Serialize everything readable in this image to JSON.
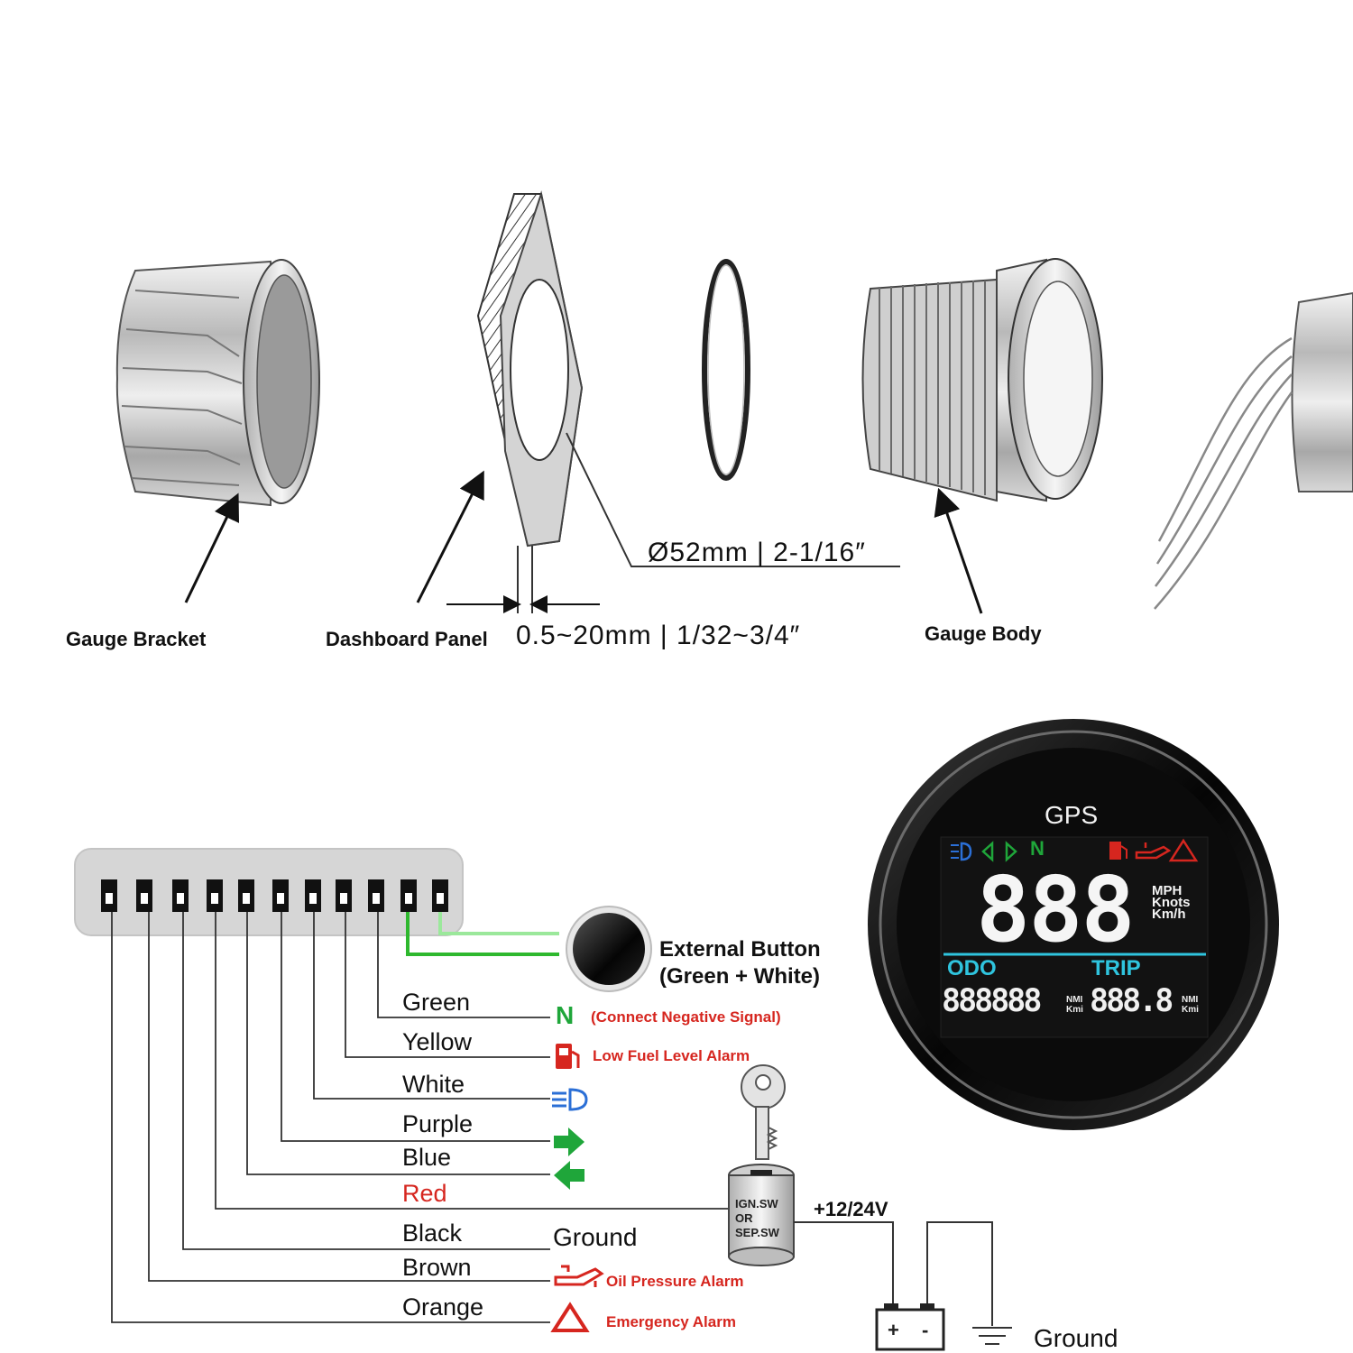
{
  "assembly": {
    "labels": {
      "gauge_bracket": "Gauge Bracket",
      "dashboard_panel": "Dashboard Panel",
      "gauge_body": "Gauge Body"
    },
    "dimensions": {
      "hole": "Ø52mm | 2-1/16″",
      "thickness": "0.5~20mm | 1/32~3/4″"
    }
  },
  "gauge": {
    "title": "GPS",
    "speed_digits": "888",
    "speed_units": [
      "MPH",
      "Knots",
      "Km/h"
    ],
    "odo_label": "ODO",
    "trip_label": "TRIP",
    "odo_digits": "888888",
    "trip_digits": "888.8",
    "distance_unit_top": "NMI",
    "distance_unit_bottom": "Kmi",
    "indicator_n": "N"
  },
  "wiring": {
    "external_button": {
      "line1": "External Button",
      "line2": "(Green + White)"
    },
    "wires": [
      {
        "name": "Green",
        "color": "#111111"
      },
      {
        "name": "Yellow",
        "color": "#111111"
      },
      {
        "name": "White",
        "color": "#111111"
      },
      {
        "name": "Purple",
        "color": "#111111"
      },
      {
        "name": "Blue",
        "color": "#111111"
      },
      {
        "name": "Red",
        "color": "#d6261f"
      },
      {
        "name": "Black",
        "color": "#111111"
      },
      {
        "name": "Brown",
        "color": "#111111"
      },
      {
        "name": "Orange",
        "color": "#111111"
      }
    ],
    "notes": {
      "neutral_symbol": "N",
      "neutral": "(Connect Negative Signal)",
      "fuel": "Low Fuel Level Alarm",
      "oil": "Oil Pressure Alarm",
      "emergency": "Emergency Alarm"
    },
    "ground_label": "Ground",
    "ignition_switch": [
      "IGN.SW",
      "OR",
      "SEP.SW"
    ],
    "voltage": "+12/24V",
    "battery_ground": "Ground"
  },
  "colors": {
    "accent_green": "#1fa63a",
    "alarm_red": "#d6261f",
    "lcd_cyan": "#2fc4de",
    "headlight_blue": "#2b6fd6"
  }
}
